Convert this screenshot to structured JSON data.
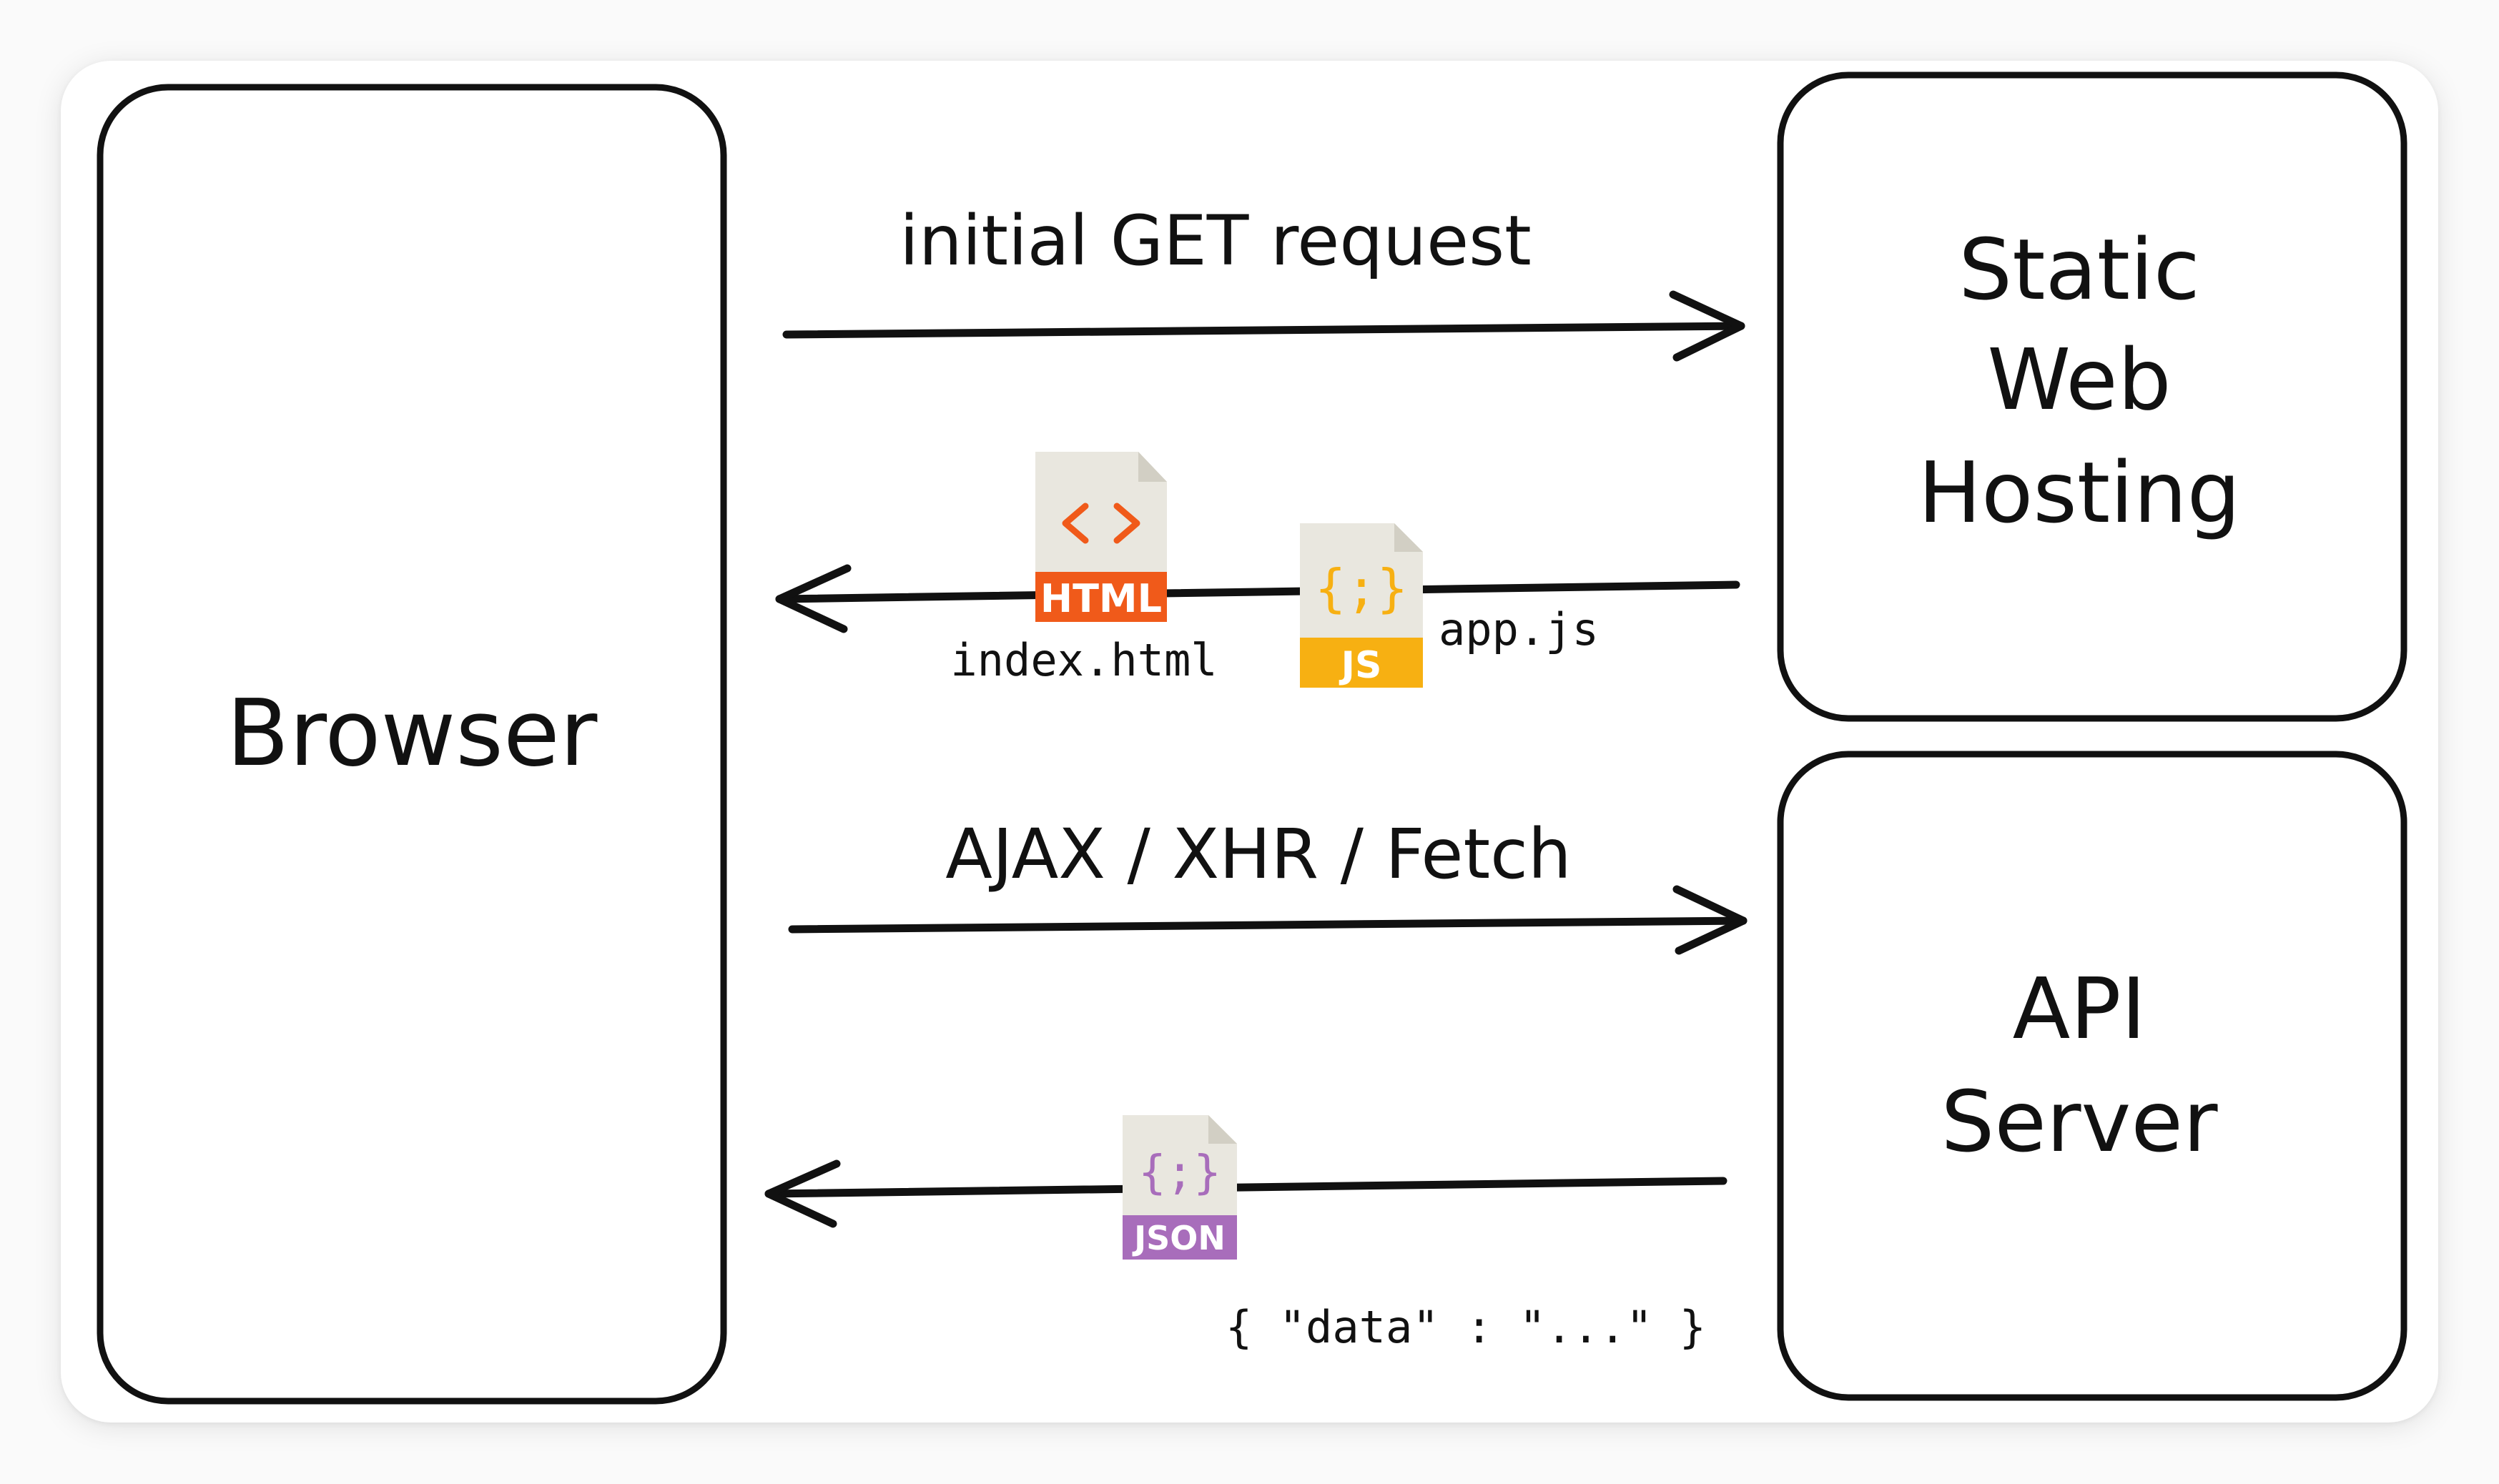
{
  "boxes": {
    "browser": "Browser",
    "static_line1": "Static",
    "static_line2": "Web",
    "static_line3": "Hosting",
    "api_line1": "API",
    "api_line2": "Server"
  },
  "arrows": {
    "initial_get": "initial GET request",
    "ajax": "AJAX / XHR / Fetch"
  },
  "files": {
    "html_badge": "HTML",
    "html_name": "index.html",
    "js_badge": "JS",
    "js_name": "app.js",
    "json_badge": "JSON",
    "json_sample": "{ \"data\" : \"...\" }"
  },
  "icons": {
    "html_symbol": "< >",
    "js_symbol": "{;}",
    "json_symbol": "{;}"
  },
  "colors": {
    "html_orange": "#f05a1a",
    "js_yellow": "#f7b012",
    "json_purple": "#a86dbb",
    "doc_gray": "#e9e7df"
  }
}
